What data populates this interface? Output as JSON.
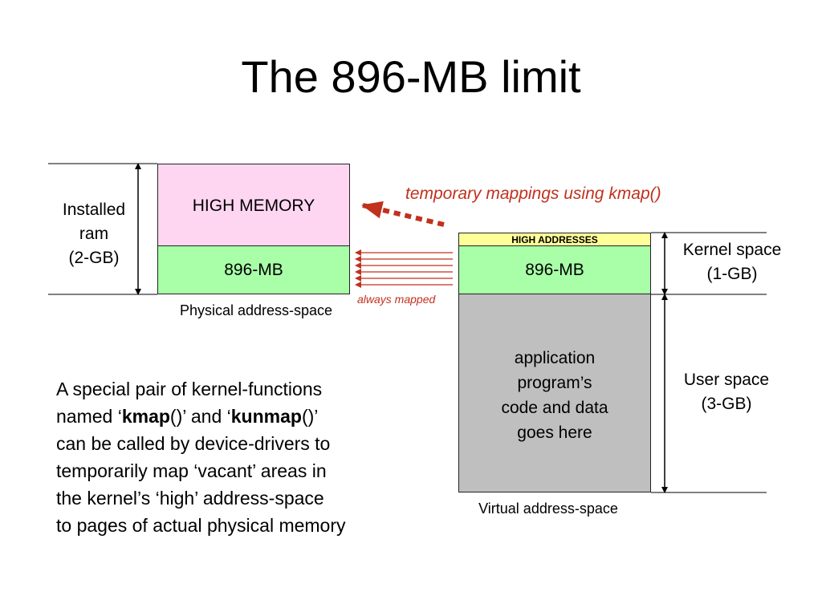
{
  "slide": {
    "title": "The 896-MB limit"
  },
  "physical": {
    "high_memory": "HIGH MEMORY",
    "low_memory": "896-MB",
    "caption": "Physical address-space",
    "installed_label": "Installed\nram\n(2-GB)"
  },
  "virtual": {
    "high_addresses": "HIGH ADDRESSES",
    "low_memory": "896-MB",
    "user_region": "application\nprogram’s\ncode and data\ngoes here",
    "caption": "Virtual address-space",
    "kernel_label": "Kernel space\n(1-GB)",
    "user_label": "User space\n(3-GB)"
  },
  "annotations": {
    "temporary": "temporary mappings using kmap()",
    "always": "always mapped"
  },
  "paragraph": {
    "line1": "A special pair of kernel-functions",
    "line2_pre": "named ‘",
    "line2_kmap": "kmap",
    "line2_mid": "()’ and ‘",
    "line2_kunmap": "kunmap",
    "line2_post": "()’",
    "line3": "can be called by device-drivers to",
    "line4": "temporarily map ‘vacant’ areas in",
    "line5": "the kernel’s ‘high’ address-space",
    "line6": "to pages of actual physical memory"
  },
  "colors": {
    "high_memory_fill": "#ffd6f2",
    "low_memory_fill": "#a8ffa8",
    "high_addresses_fill": "#ffff99",
    "user_space_fill": "#bfbfbf",
    "arrow_red": "#c0311e"
  }
}
